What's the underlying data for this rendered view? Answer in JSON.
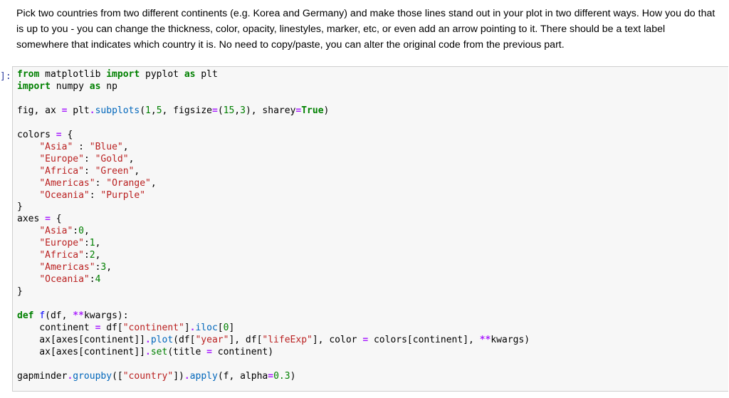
{
  "markdown": {
    "text": "Pick two countries from two different continents (e.g. Korea and Germany) and make those lines stand out in your plot in two different ways. How you do that is up to you - you can change the thickness, color, opacity, linestyles, marker, etc, or even add an arrow pointing to it. There should be a text label somewhere that indicates which country it is. No need to copy/paste, you can alter the original code from the previous part."
  },
  "cell": {
    "prompt": "]:",
    "lines": [
      [
        {
          "t": "from",
          "c": "kw"
        },
        {
          "t": " matplotlib "
        },
        {
          "t": "import",
          "c": "kw"
        },
        {
          "t": " pyplot "
        },
        {
          "t": "as",
          "c": "kw"
        },
        {
          "t": " plt"
        }
      ],
      [
        {
          "t": "import",
          "c": "kw"
        },
        {
          "t": " numpy "
        },
        {
          "t": "as",
          "c": "kw"
        },
        {
          "t": " np"
        }
      ],
      [],
      [
        {
          "t": "fig, ax "
        },
        {
          "t": "=",
          "c": "op"
        },
        {
          "t": " plt"
        },
        {
          "t": ".",
          "c": "op"
        },
        {
          "t": "subplots",
          "c": "attr"
        },
        {
          "t": "("
        },
        {
          "t": "1",
          "c": "num"
        },
        {
          "t": ","
        },
        {
          "t": "5",
          "c": "num"
        },
        {
          "t": ", figsize"
        },
        {
          "t": "=",
          "c": "op"
        },
        {
          "t": "("
        },
        {
          "t": "15",
          "c": "num"
        },
        {
          "t": ","
        },
        {
          "t": "3",
          "c": "num"
        },
        {
          "t": "), sharey"
        },
        {
          "t": "=",
          "c": "op"
        },
        {
          "t": "True",
          "c": "kw"
        },
        {
          "t": ")"
        }
      ],
      [],
      [
        {
          "t": "colors "
        },
        {
          "t": "=",
          "c": "op"
        },
        {
          "t": " {"
        }
      ],
      [
        {
          "t": "    "
        },
        {
          "t": "\"Asia\"",
          "c": "str"
        },
        {
          "t": " : "
        },
        {
          "t": "\"Blue\"",
          "c": "str"
        },
        {
          "t": ","
        }
      ],
      [
        {
          "t": "    "
        },
        {
          "t": "\"Europe\"",
          "c": "str"
        },
        {
          "t": ": "
        },
        {
          "t": "\"Gold\"",
          "c": "str"
        },
        {
          "t": ","
        }
      ],
      [
        {
          "t": "    "
        },
        {
          "t": "\"Africa\"",
          "c": "str"
        },
        {
          "t": ": "
        },
        {
          "t": "\"Green\"",
          "c": "str"
        },
        {
          "t": ","
        }
      ],
      [
        {
          "t": "    "
        },
        {
          "t": "\"Americas\"",
          "c": "str"
        },
        {
          "t": ": "
        },
        {
          "t": "\"Orange\"",
          "c": "str"
        },
        {
          "t": ","
        }
      ],
      [
        {
          "t": "    "
        },
        {
          "t": "\"Oceania\"",
          "c": "str"
        },
        {
          "t": ": "
        },
        {
          "t": "\"Purple\"",
          "c": "str"
        }
      ],
      [
        {
          "t": "}"
        }
      ],
      [
        {
          "t": "axes "
        },
        {
          "t": "=",
          "c": "op"
        },
        {
          "t": " {"
        }
      ],
      [
        {
          "t": "    "
        },
        {
          "t": "\"Asia\"",
          "c": "str"
        },
        {
          "t": ":"
        },
        {
          "t": "0",
          "c": "num"
        },
        {
          "t": ","
        }
      ],
      [
        {
          "t": "    "
        },
        {
          "t": "\"Europe\"",
          "c": "str"
        },
        {
          "t": ":"
        },
        {
          "t": "1",
          "c": "num"
        },
        {
          "t": ","
        }
      ],
      [
        {
          "t": "    "
        },
        {
          "t": "\"Africa\"",
          "c": "str"
        },
        {
          "t": ":"
        },
        {
          "t": "2",
          "c": "num"
        },
        {
          "t": ","
        }
      ],
      [
        {
          "t": "    "
        },
        {
          "t": "\"Americas\"",
          "c": "str"
        },
        {
          "t": ":"
        },
        {
          "t": "3",
          "c": "num"
        },
        {
          "t": ","
        }
      ],
      [
        {
          "t": "    "
        },
        {
          "t": "\"Oceania\"",
          "c": "str"
        },
        {
          "t": ":"
        },
        {
          "t": "4",
          "c": "num"
        }
      ],
      [
        {
          "t": "}"
        }
      ],
      [],
      [
        {
          "t": "def",
          "c": "kw"
        },
        {
          "t": " "
        },
        {
          "t": "f",
          "c": "fn"
        },
        {
          "t": "(df, "
        },
        {
          "t": "**",
          "c": "op"
        },
        {
          "t": "kwargs):"
        }
      ],
      [
        {
          "t": "    continent "
        },
        {
          "t": "=",
          "c": "op"
        },
        {
          "t": " df["
        },
        {
          "t": "\"continent\"",
          "c": "str"
        },
        {
          "t": "]"
        },
        {
          "t": ".",
          "c": "op"
        },
        {
          "t": "iloc",
          "c": "attr"
        },
        {
          "t": "["
        },
        {
          "t": "0",
          "c": "num"
        },
        {
          "t": "]"
        }
      ],
      [
        {
          "t": "    ax[axes[continent]]"
        },
        {
          "t": ".",
          "c": "op"
        },
        {
          "t": "plot",
          "c": "attr"
        },
        {
          "t": "(df["
        },
        {
          "t": "\"year\"",
          "c": "str"
        },
        {
          "t": "], df["
        },
        {
          "t": "\"lifeExp\"",
          "c": "str"
        },
        {
          "t": "], color "
        },
        {
          "t": "=",
          "c": "op"
        },
        {
          "t": " colors[continent], "
        },
        {
          "t": "**",
          "c": "op"
        },
        {
          "t": "kwargs)"
        }
      ],
      [
        {
          "t": "    ax[axes[continent]]"
        },
        {
          "t": ".",
          "c": "op"
        },
        {
          "t": "set",
          "c": "blt"
        },
        {
          "t": "(title "
        },
        {
          "t": "=",
          "c": "op"
        },
        {
          "t": " continent)"
        }
      ],
      [],
      [
        {
          "t": "gapminder"
        },
        {
          "t": ".",
          "c": "op"
        },
        {
          "t": "groupby",
          "c": "attr"
        },
        {
          "t": "(["
        },
        {
          "t": "\"country\"",
          "c": "str"
        },
        {
          "t": "])"
        },
        {
          "t": ".",
          "c": "op"
        },
        {
          "t": "apply",
          "c": "attr"
        },
        {
          "t": "(f, alpha"
        },
        {
          "t": "=",
          "c": "op"
        },
        {
          "t": "0.3",
          "c": "num"
        },
        {
          "t": ")"
        }
      ]
    ]
  }
}
